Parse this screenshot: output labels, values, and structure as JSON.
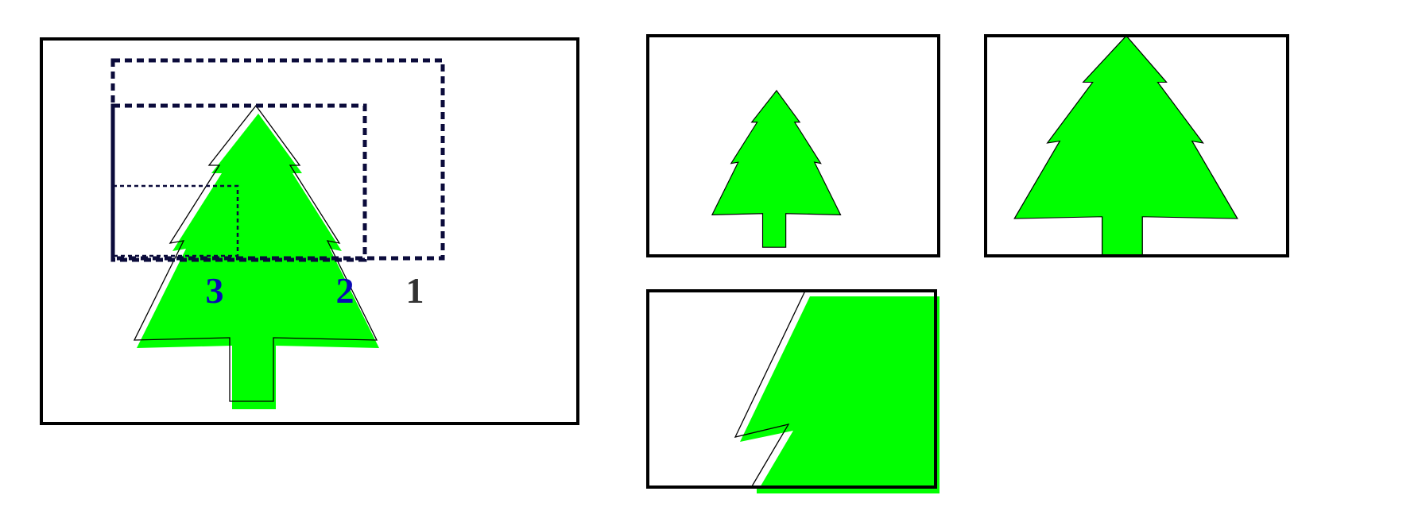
{
  "labels": {
    "one": "1",
    "two": "2",
    "three": "3"
  },
  "colors": {
    "tree_fill": "#00ff00",
    "frame_stroke": "#000000",
    "dashed_stroke": "#0b0b3b",
    "label_blue": "#0a0ab4",
    "label_gray": "#333333"
  }
}
